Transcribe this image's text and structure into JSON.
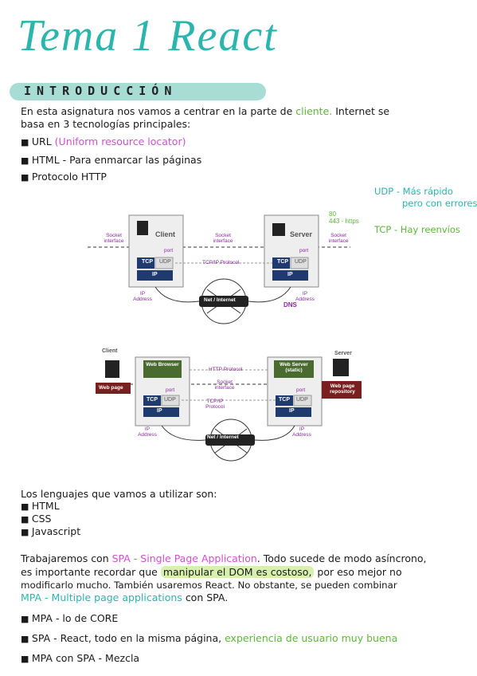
{
  "header": {
    "title": "Tema 1 React"
  },
  "section": {
    "title": "INTRODUCCIÓN"
  },
  "intro": {
    "p1a": "En esta asignatura nos vamos a centrar en la parte de",
    "p1_cliente": "cliente.",
    "p1b": "Internet se",
    "p2": "basa en 3 tecnologías principales:",
    "bullets": [
      {
        "pre": "URL ",
        "pink": "(Uniform resource locator)"
      },
      {
        "pre": "HTML - Para enmarcar las páginas",
        "pink": ""
      },
      {
        "pre": "Protocolo HTTP",
        "pink": ""
      }
    ]
  },
  "notes": {
    "udp1": "UDP - Más rápido",
    "udp2": "pero con errores",
    "tcp": "TCP - Hay reenvíos",
    "port80": "80",
    "port443": "443 - https",
    "dns": "DNS"
  },
  "diagram1": {
    "client": "Client",
    "server": "Server",
    "socket_left": "Socket interface",
    "socket_mid": "Socket interface",
    "socket_right": "Socket interface",
    "port": "port",
    "tcp": "TCP",
    "udp": "UDP",
    "ip": "IP",
    "protocol": "TCP/IP Protocol",
    "ip_address": "IP Address",
    "net": "Net / Internet"
  },
  "diagram2": {
    "client": "Client",
    "server": "Server",
    "web_browser": "Web Browser",
    "web_server": "Web Server (static)",
    "http": "HTTP Protocol",
    "socket": "Socket interface",
    "web_page": "Web page",
    "repo": "Web page repository",
    "port": "port",
    "tcp": "TCP",
    "udp": "UDP",
    "ip": "IP",
    "tcpip": "TCP/IP Protocol",
    "ip_address": "IP Address",
    "net": "Net / Internet"
  },
  "languages": {
    "intro": "Los lenguajes que vamos a utilizar son:",
    "items": [
      "HTML",
      "CSS",
      "Javascript"
    ]
  },
  "spa": {
    "l1a": "Trabajaremos con",
    "l1_spa": "SPA - Single Page Application",
    "l1b": ". Todo sucede de modo asíncrono,",
    "l2a": "es importante recordar que",
    "l2_hl": "manipular el DOM es costoso,",
    "l2b": "por eso mejor no",
    "l3": "modificarlo mucho. También usaremos React. No obstante, se pueden combinar",
    "l4_mpa": "MPA - Multiple page applications",
    "l4b": "con SPA.",
    "b1": "MPA - lo de CORE",
    "b2a": "SPA - React, todo en la misma página,",
    "b2_green": "experiencia de usuario muy buena",
    "b3": "MPA con SPA - Mezcla"
  }
}
